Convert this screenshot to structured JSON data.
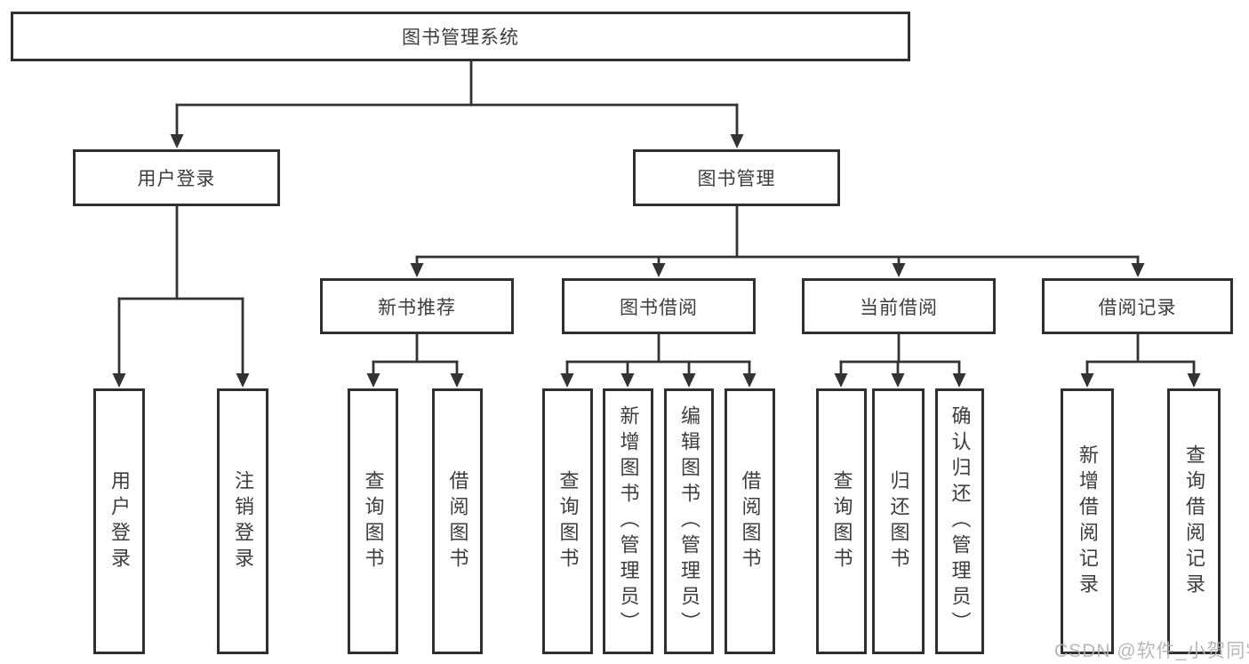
{
  "diagram_title": "图书管理系统",
  "nodes": {
    "root": "图书管理系统",
    "level2": [
      "用户登录",
      "图书管理"
    ],
    "level3": [
      "新书推荐",
      "图书借阅",
      "当前借阅",
      "借阅记录"
    ],
    "user_login_children": [
      "用户登录",
      "注销登录"
    ],
    "recommend_children": [
      "查询图书",
      "借阅图书"
    ],
    "borrow_children": [
      "查询图书",
      "新增图书（管理员）",
      "编辑图书（管理员）",
      "借阅图书"
    ],
    "current_children": [
      "查询图书",
      "归还图书",
      "确认归还（管理员）"
    ],
    "records_children": [
      "新增借阅记录",
      "查询借阅记录"
    ]
  },
  "watermark": "CSDN @软件_小贺同学",
  "colors": {
    "line": "#333333",
    "box_border": "#2f2f2f",
    "box_fill": "#ffffff",
    "text": "#3d3d3d",
    "watermark": "#afafaf",
    "background": "#ffffff"
  }
}
